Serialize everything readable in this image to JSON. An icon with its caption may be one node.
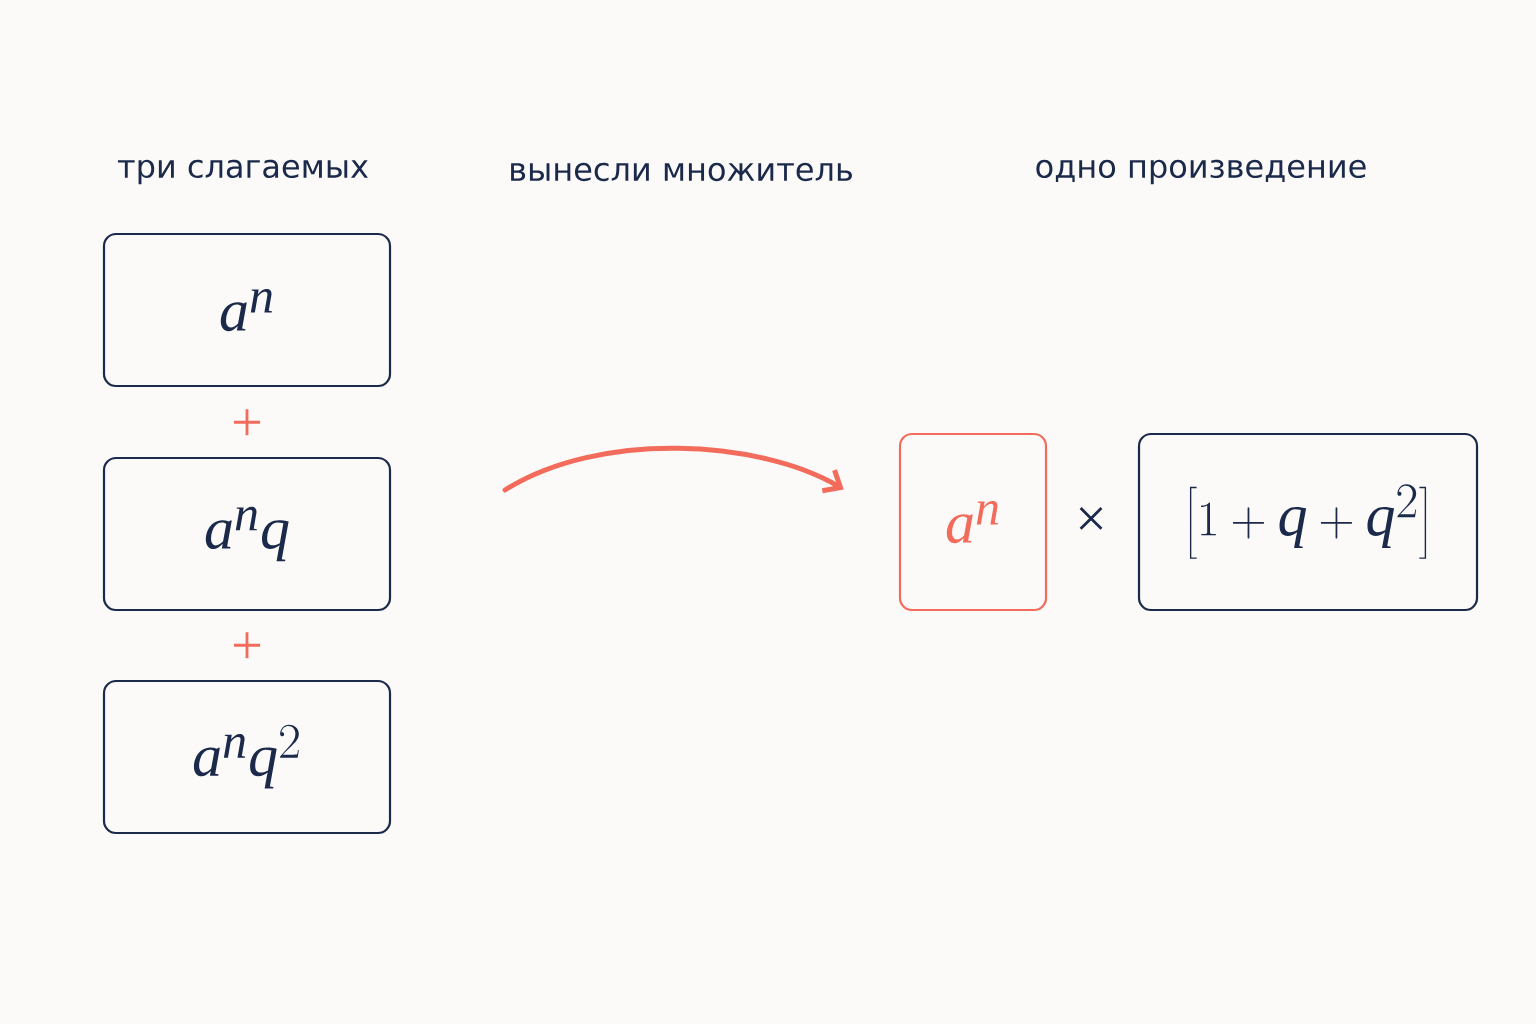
{
  "diagram": {
    "nodes": [
      {
        "text": [
          "a^{n}"
        ]
      },
      {
        "text": [
          "a^{n}q"
        ]
      },
      {
        "text": [
          "a^{n}q^{2}"
        ]
      },
      {
        "text": [
          "a^{n}"
        ]
      },
      {
        "text": [
          "\\left[1+q+q^{2}\\right]"
        ]
      }
    ],
    "edges": [
      {
        "from": null,
        "to": 3,
        "arrow": "to"
      }
    ],
    "labels": [
      "три слагаемых",
      "вынесли множитель",
      "одно произведение",
      "+",
      "+",
      "×"
    ]
  }
}
